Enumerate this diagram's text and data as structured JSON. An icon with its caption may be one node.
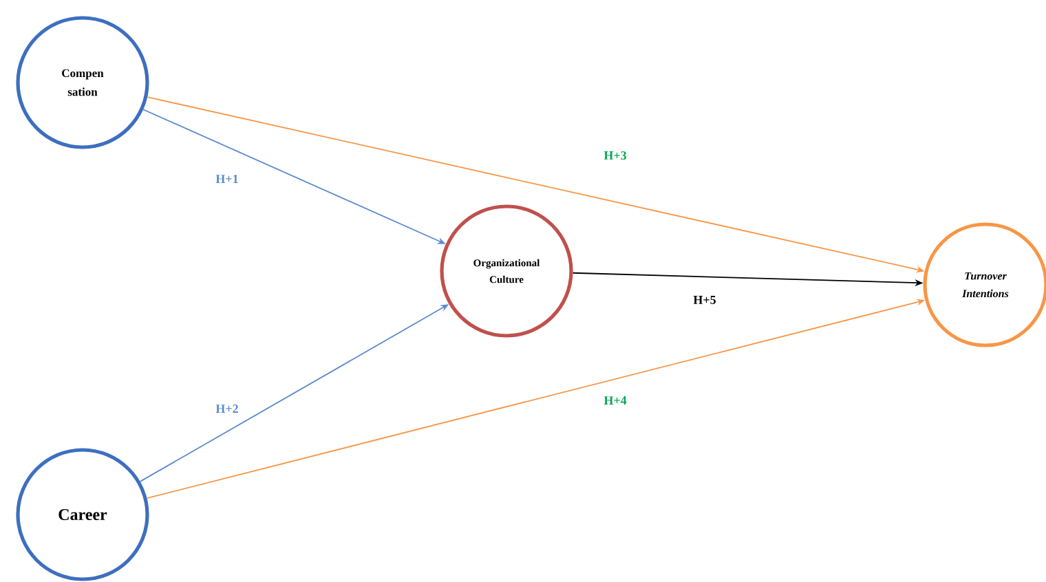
{
  "diagram": {
    "nodes": [
      {
        "text": [
          "Compen sation"
        ]
      },
      {
        "text": [
          "Career"
        ]
      },
      {
        "text": [
          "Organizational Culture"
        ]
      },
      {
        "text": [
          "Turnover Intentions"
        ]
      }
    ],
    "edges": [
      {
        "from": 0,
        "to": 2,
        "arrow": "to",
        "label": "H+1",
        "color": "#5b8bd0"
      },
      {
        "from": 1,
        "to": 2,
        "arrow": "to",
        "label": "H+2",
        "color": "#5b8bd0"
      },
      {
        "from": 0,
        "to": 3,
        "arrow": "to",
        "label": "H+3",
        "color": "#f79646"
      },
      {
        "from": 1,
        "to": 3,
        "arrow": "to",
        "label": "H+4",
        "color": "#f79646"
      },
      {
        "from": 2,
        "to": 3,
        "arrow": "to",
        "label": "H+5",
        "color": "#000000"
      }
    ]
  }
}
